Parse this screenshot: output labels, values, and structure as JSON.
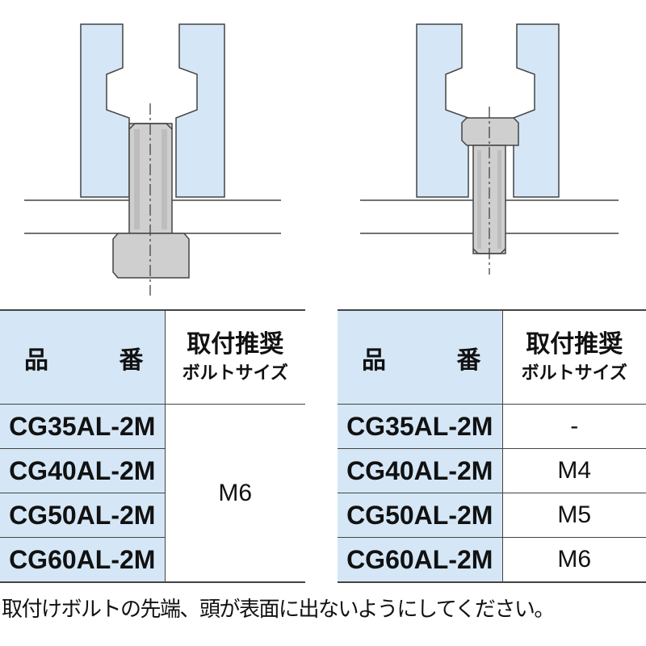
{
  "colors": {
    "rail_fill": "#d5e7f6",
    "bolt_fill": "#cfcfcf",
    "header_fill": "#d5e7f6",
    "line": "#444444"
  },
  "tables": [
    {
      "header": {
        "part_label_1": "品",
        "part_label_2": "番",
        "size_label_1": "取付推奨",
        "size_label_2": "ボルトサイズ"
      },
      "rows": [
        {
          "part": "CG35AL-2M"
        },
        {
          "part": "CG40AL-2M"
        },
        {
          "part": "CG50AL-2M"
        },
        {
          "part": "CG60AL-2M"
        }
      ],
      "merged_size": "M6"
    },
    {
      "header": {
        "part_label_1": "品",
        "part_label_2": "番",
        "size_label_1": "取付推奨",
        "size_label_2": "ボルトサイズ"
      },
      "rows": [
        {
          "part": "CG35AL-2M",
          "size": "-"
        },
        {
          "part": "CG40AL-2M",
          "size": "M4"
        },
        {
          "part": "CG50AL-2M",
          "size": "M5"
        },
        {
          "part": "CG60AL-2M",
          "size": "M6"
        }
      ]
    }
  ],
  "footnote": "取付けボルトの先端、頭が表面に出ないようにしてください。"
}
